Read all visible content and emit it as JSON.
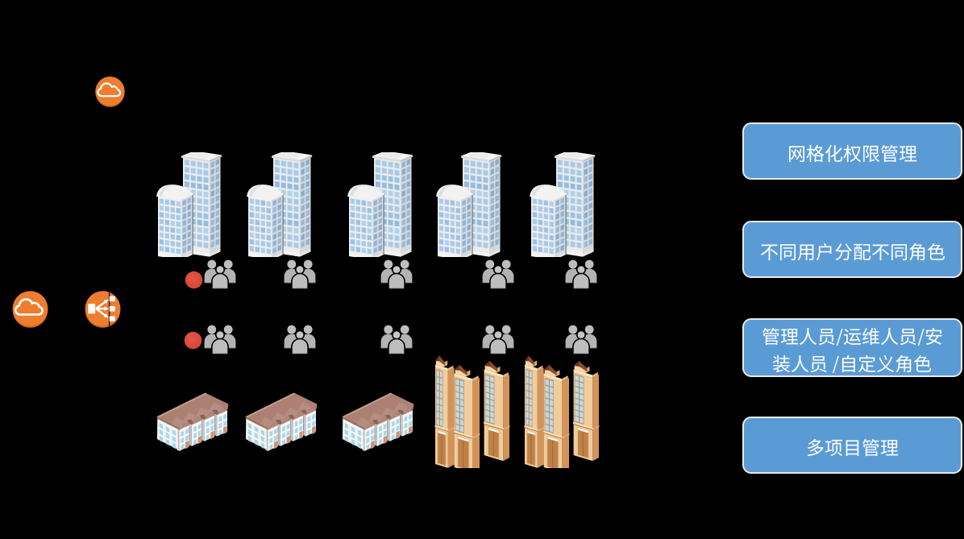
{
  "scene": {
    "type": "architecture-diagram",
    "background_color": "#000000"
  },
  "colors": {
    "accent_orange": "#ED7D31",
    "callout_blue": "#5B9BD5",
    "callout_border": "#E9E9E9",
    "callout_text": "#FFFFFF",
    "alert_red": "#DB4A3A",
    "building_blue_window": "#A9CBE8",
    "building_tan_wall": "#EBBE8C",
    "house_roof_brown": "#A98174",
    "people_gray": "#B5B5B5"
  },
  "icons": {
    "cloud_top": "cloud-icon",
    "cloud_left": "cloud-icon",
    "load_balancer": "load-balancer-icon"
  },
  "callouts": [
    {
      "text": "网格化权限管理"
    },
    {
      "text": "不同用户分配不同角色"
    },
    {
      "text": "管理人员/运维人员/安装人员 /自定义角色",
      "line1": "管理人员/运维人员/安",
      "line2": "装人员 /自定义角色"
    },
    {
      "text": "多项目管理"
    }
  ],
  "figures": {
    "office_building_clusters": 5,
    "people_group_rows": 2,
    "people_groups_per_row": 5,
    "red_marker_dots": 2,
    "low_rise_houses": 3,
    "tan_tower_clusters": 2
  }
}
